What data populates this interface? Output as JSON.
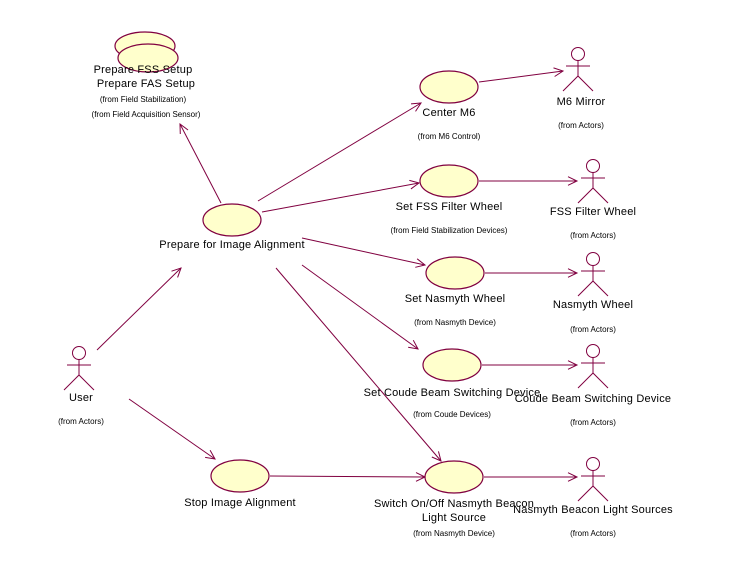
{
  "diagram": {
    "type": "uml-use-case",
    "colors": {
      "line": "#800040",
      "usecase_fill": "#ffffcc",
      "background": "#ffffff"
    },
    "actors": [
      {
        "id": "user",
        "name": "User",
        "package": "(from Actors)"
      },
      {
        "id": "m6",
        "name": "M6 Mirror",
        "package": "(from Actors)"
      },
      {
        "id": "fssfw",
        "name": "FSS Filter Wheel",
        "package": "(from Actors)"
      },
      {
        "id": "nasw",
        "name": "Nasmyth Wheel",
        "package": "(from Actors)"
      },
      {
        "id": "coude",
        "name": "Coude Beam Switching Device",
        "package": "(from Actors)"
      },
      {
        "id": "beacon",
        "name": "Nasmyth Beacon Light Sources",
        "package": "(from Actors)"
      }
    ],
    "use_cases": [
      {
        "id": "prep_fss",
        "name": "Prepare FSS Setup",
        "package": "(from Field Stabilization)"
      },
      {
        "id": "prep_fas",
        "name": "Prepare FAS Setup",
        "package": "(from Field Acquisition Sensor)"
      },
      {
        "id": "prep_align",
        "name": "Prepare for Image Alignment",
        "package": ""
      },
      {
        "id": "center_m6",
        "name": "Center M6",
        "package": "(from M6 Control)"
      },
      {
        "id": "set_fss",
        "name": "Set FSS Filter Wheel",
        "package": "(from Field Stabilization Devices)"
      },
      {
        "id": "set_nas",
        "name": "Set Nasmyth Wheel",
        "package": "(from Nasmyth Device)"
      },
      {
        "id": "set_coude",
        "name": "Set Coude Beam Switching Device",
        "package": "(from Coude Devices)"
      },
      {
        "id": "stop_align",
        "name": "Stop Image Alignment",
        "package": ""
      },
      {
        "id": "switch_beacon",
        "name": "Switch On/Off Nasmyth Beacon",
        "name_line2": "Light Source",
        "package": "(from Nasmyth Device)"
      }
    ],
    "associations": [
      {
        "from": "user",
        "to": "prep_align"
      },
      {
        "from": "user",
        "to": "stop_align"
      },
      {
        "from": "prep_align",
        "to": "prep_fas"
      },
      {
        "from": "prep_align",
        "to": "center_m6"
      },
      {
        "from": "prep_align",
        "to": "set_fss"
      },
      {
        "from": "prep_align",
        "to": "set_nas"
      },
      {
        "from": "prep_align",
        "to": "set_coude"
      },
      {
        "from": "prep_align",
        "to": "switch_beacon"
      },
      {
        "from": "stop_align",
        "to": "switch_beacon"
      },
      {
        "from": "center_m6",
        "to": "m6"
      },
      {
        "from": "set_fss",
        "to": "fssfw"
      },
      {
        "from": "set_nas",
        "to": "nasw"
      },
      {
        "from": "set_coude",
        "to": "coude"
      },
      {
        "from": "switch_beacon",
        "to": "beacon"
      }
    ]
  }
}
